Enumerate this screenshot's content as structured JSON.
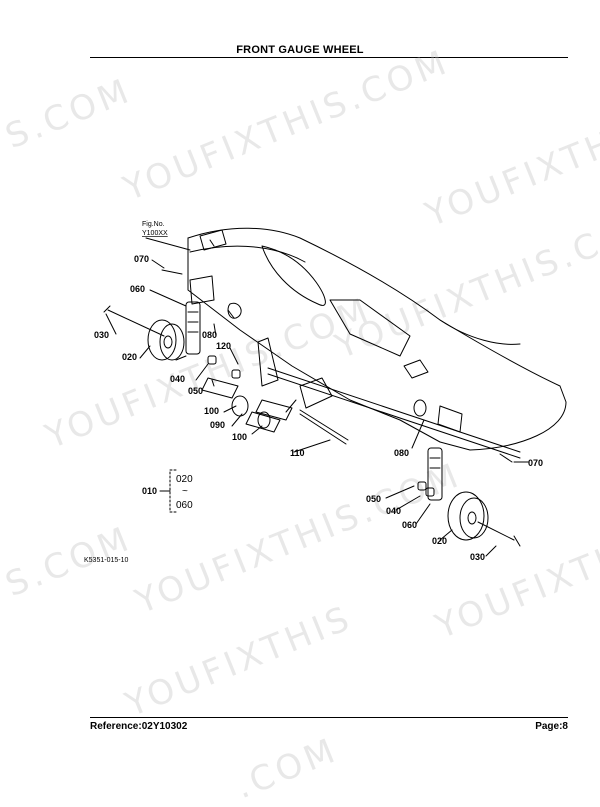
{
  "header": {
    "title": "FRONT GAUGE WHEEL"
  },
  "figure": {
    "fig_no_label": "Fig.No.",
    "fig_no_value": "Y100XX",
    "drawing_code": "K5351-015-10",
    "group_label": "010",
    "group_range_start": "020",
    "group_range_sep": "~",
    "group_range_end": "060",
    "left_callouts": [
      "070",
      "060",
      "030",
      "020",
      "080",
      "120",
      "040",
      "050",
      "100",
      "090",
      "100",
      "110"
    ],
    "right_callouts": [
      "080",
      "070",
      "050",
      "040",
      "060",
      "020",
      "030"
    ]
  },
  "watermarks": [
    "S.COM",
    "YOUFIXTHIS.COM",
    "YOUFIXTHIS",
    "YOUFIXTHIS.COM",
    "YOUFIXTHIS.COM",
    "S.COM",
    "YOUFIXTHIS.COM",
    "YOUFIXTHIS",
    "YOUFIXTHIS",
    ".COM"
  ],
  "footer": {
    "reference": "Reference:02Y10302",
    "page": "Page:8"
  }
}
